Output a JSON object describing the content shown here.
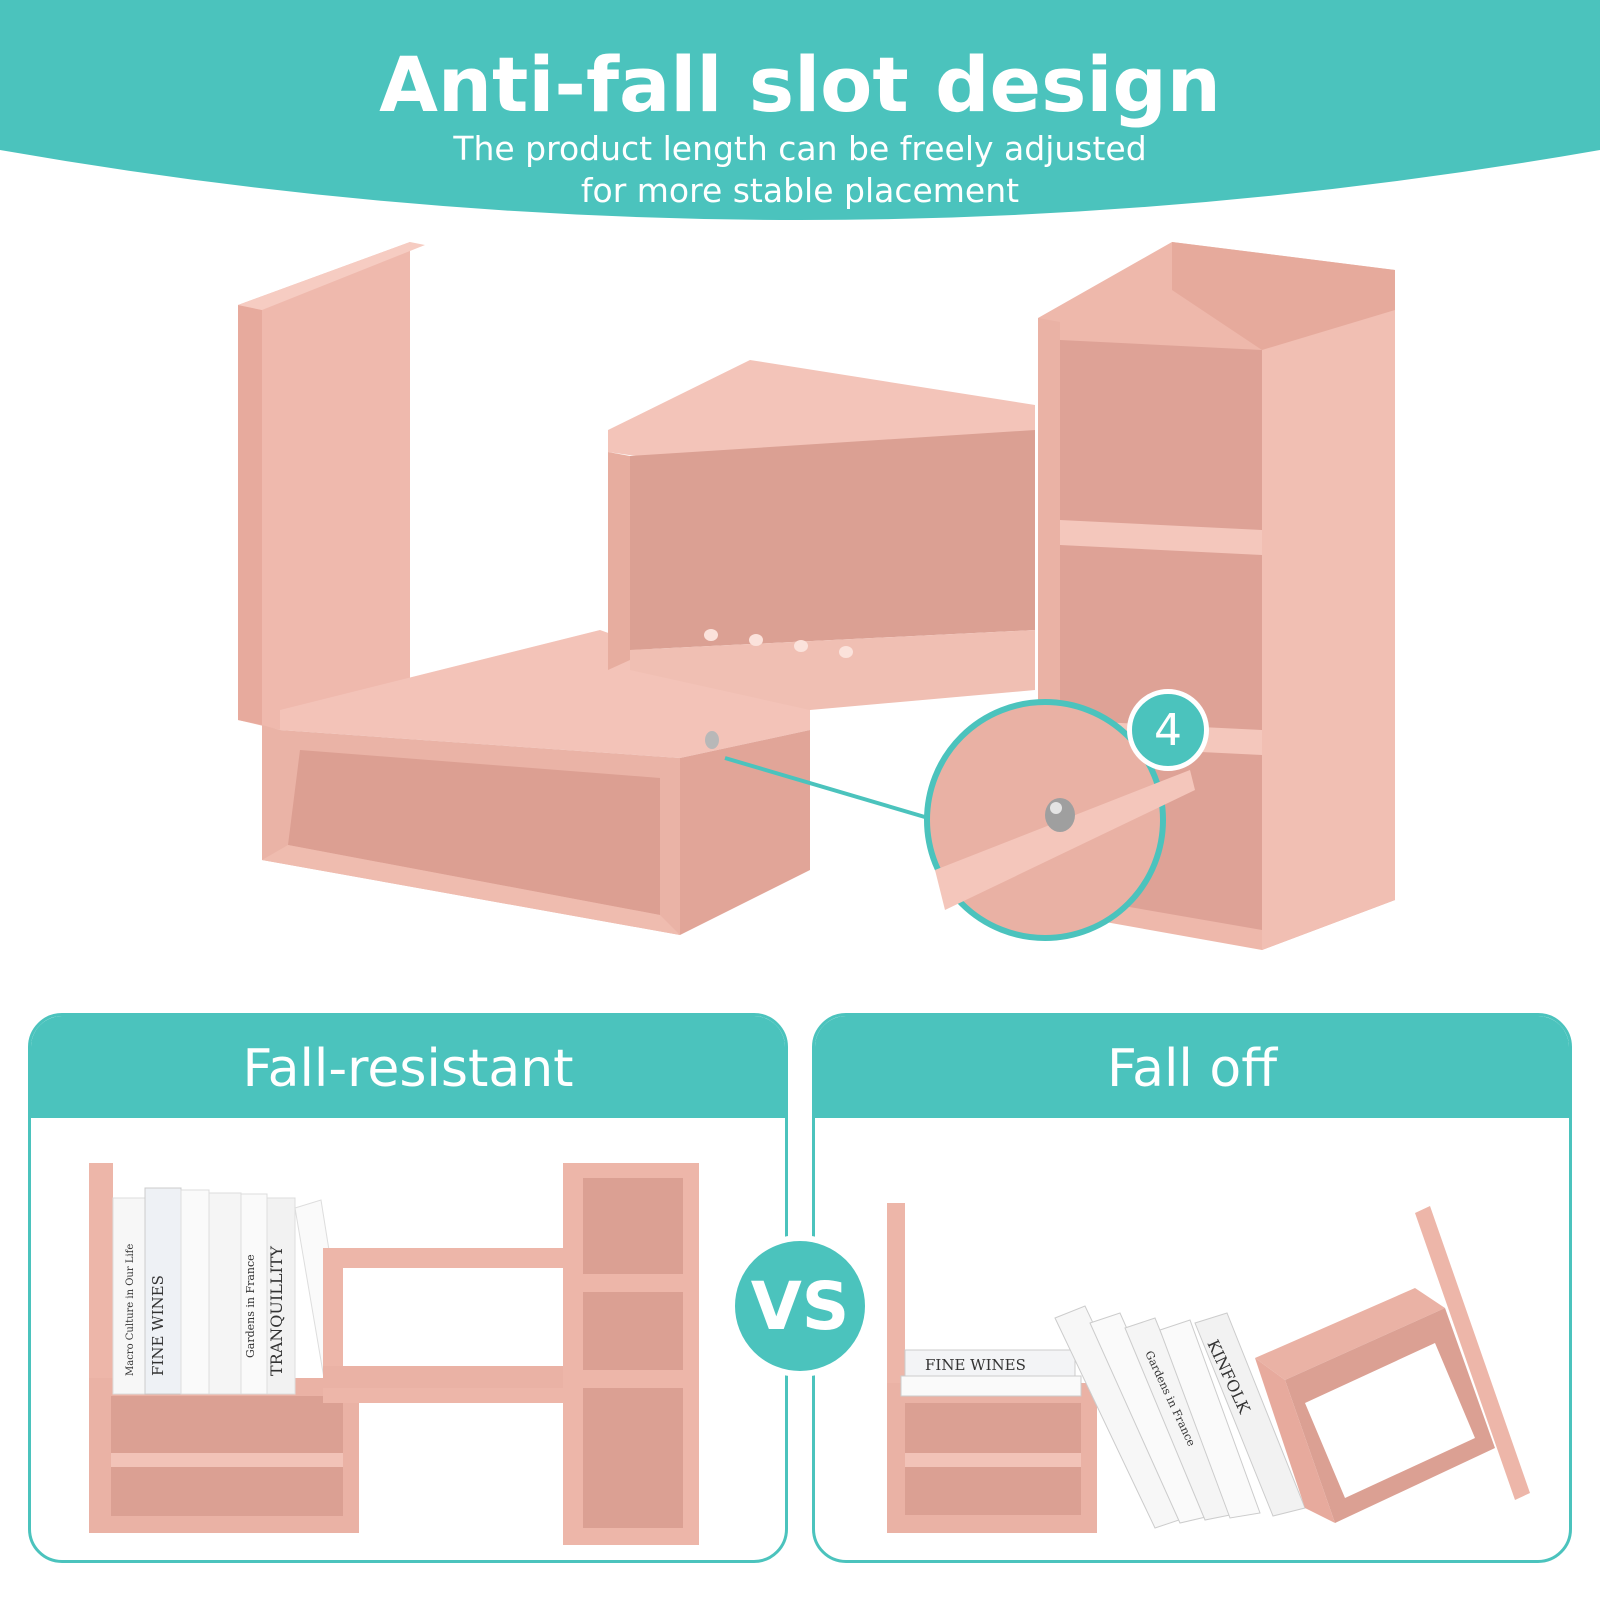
{
  "header": {
    "title": "Anti-fall slot design",
    "subtitle_line1": "The product length can be freely adjusted",
    "subtitle_line2": "for more stable placement"
  },
  "callout": {
    "count": "4"
  },
  "panels": {
    "left_title": "Fall-resistant",
    "right_title": "Fall off"
  },
  "vs_label": "VS",
  "books": {
    "kinfolk": "KINFOLK",
    "fine_wines": "FINE WINES",
    "gardens": "Gardens in France",
    "tranquility": "TRANQUILLITY",
    "macro": "Macro Culture in Our Life"
  },
  "colors": {
    "teal": "#4bc3bd",
    "wood": "#f0bdb2",
    "wood_dark": "#e3a89c",
    "wood_light": "#f6ccc2"
  }
}
